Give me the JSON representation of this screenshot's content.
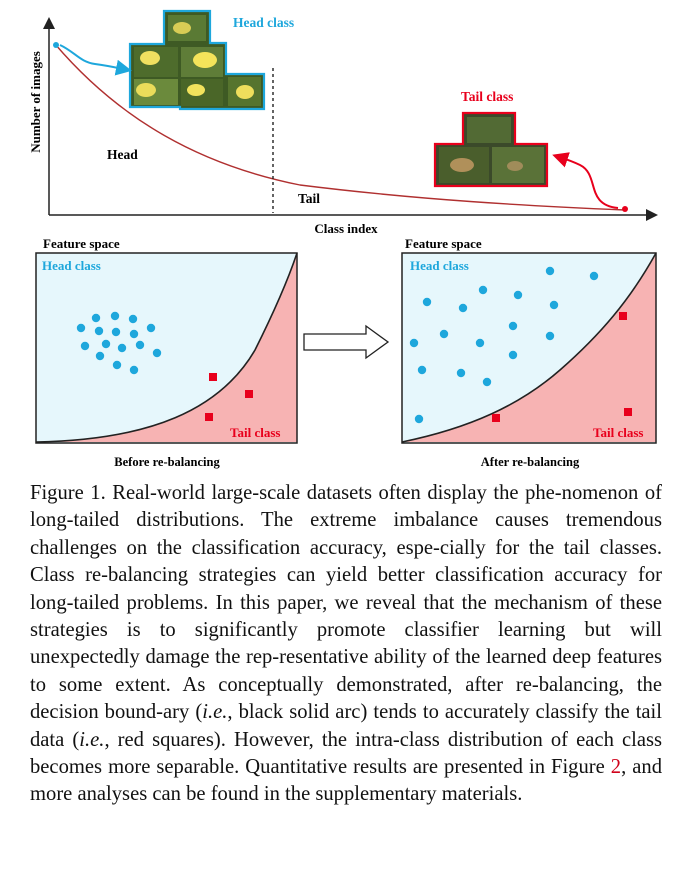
{
  "top_plot": {
    "ylabel": "Number of images",
    "xlabel": "Class index",
    "head_label": "Head",
    "tail_label": "Tail",
    "head_class_label": "Head class",
    "tail_class_label": "Tail class"
  },
  "panels": {
    "left": {
      "title": "Feature space",
      "head_class_label": "Head class",
      "tail_class_label": "Tail class",
      "caption": "Before re-balancing"
    },
    "right": {
      "title": "Feature space",
      "head_class_label": "Head class",
      "tail_class_label": "Tail class",
      "caption": "After re-balancing"
    }
  },
  "colors": {
    "head_blue": "#1ea7dc",
    "tail_red": "#e8001c",
    "head_region": "#e6f7fc",
    "tail_region": "#f7b3b3",
    "curve": "#b03030"
  },
  "caption": {
    "p1": "Figure 1. Real-world large-scale datasets often display the phe-nomenon of long-tailed distributions. The extreme imbalance causes tremendous challenges on the classification accuracy, espe-cially for the tail classes. Class re-balancing strategies can yield better classification accuracy for long-tailed problems. In this paper, we reveal that the mechanism of these strategies is to significantly promote classifier learning but will unexpectedly damage the rep-resentative ability of the learned deep features to some extent. As conceptually demonstrated, after re-balancing, the decision bound-ary (",
    "ie1": "i.e.",
    "p2": ", black solid arc) tends to accurately classify the tail data (",
    "ie2": "i.e.",
    "p3": ", red squares). However, the intra-class distribution of each class becomes more separable. Quantitative results are presented in Figure ",
    "ref": "2",
    "p4": ", and more analyses can be found in the supplementary materials."
  }
}
